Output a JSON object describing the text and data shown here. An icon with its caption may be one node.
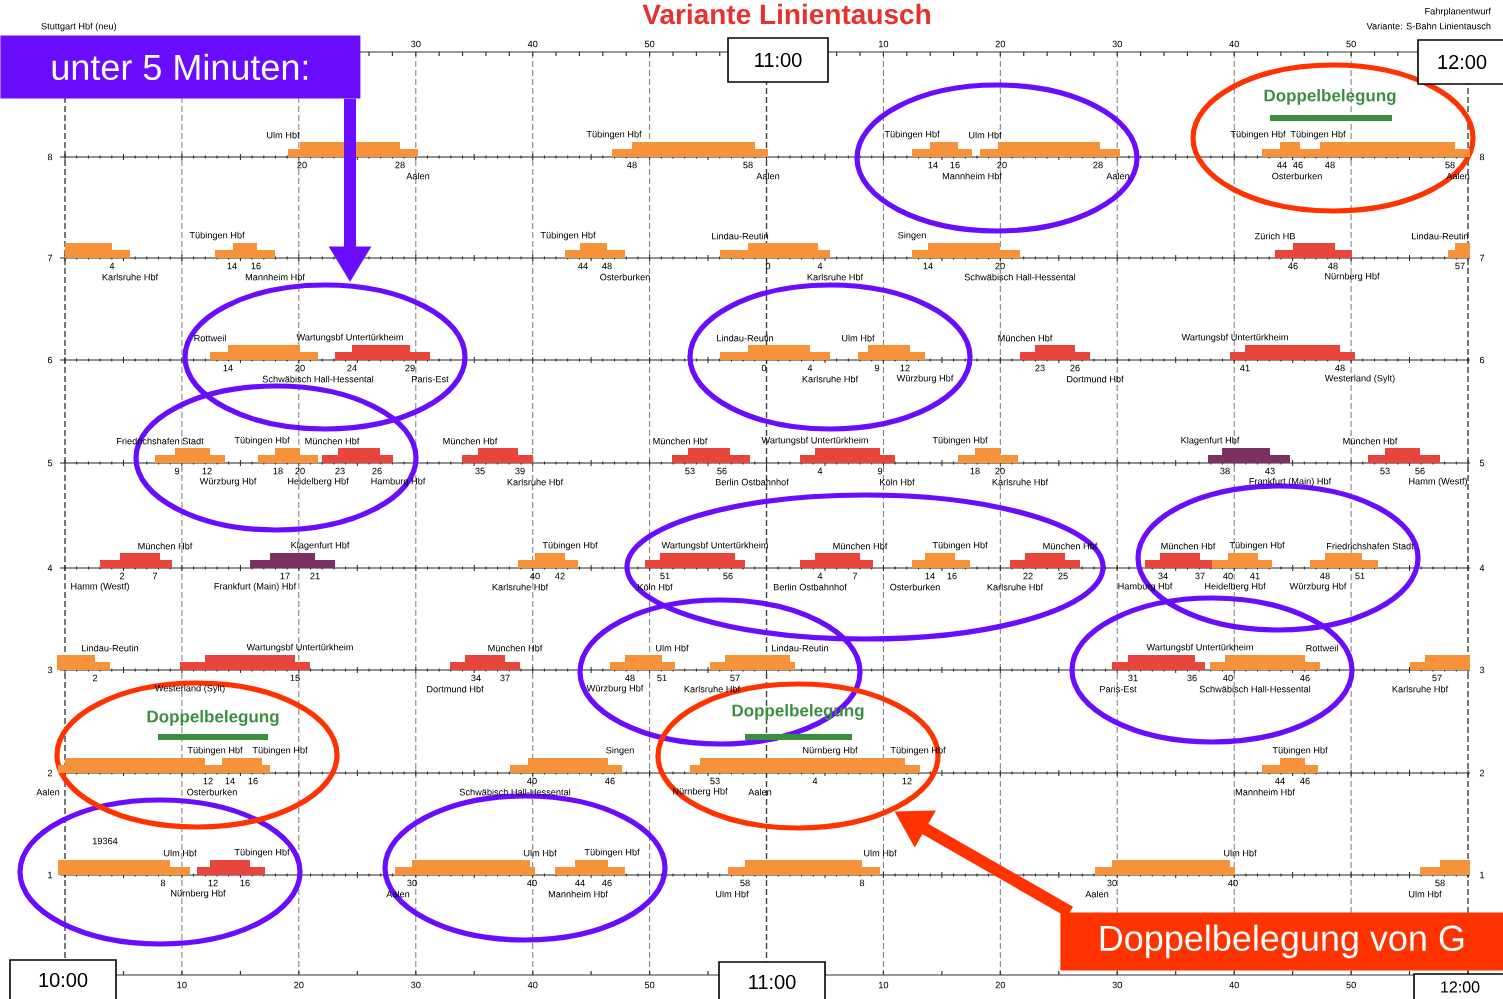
{
  "diagram": {
    "title": "Variante Linientausch",
    "nodes": [
      {
        "text": [
          "unter 5 Minuten:"
        ]
      },
      {
        "text": [
          "11:00"
        ]
      },
      {
        "text": [
          "12:00"
        ]
      },
      {
        "text": [
          "Doppelbelegung"
        ]
      },
      {
        "text": [],
        "shape": "ellipse"
      },
      {
        "text": [],
        "shape": "ellipse"
      },
      {
        "text": [],
        "shape": "ellipse"
      },
      {
        "text": [],
        "shape": "ellipse"
      },
      {
        "text": [],
        "shape": "ellipse"
      },
      {
        "text": [],
        "shape": "ellipse"
      },
      {
        "text": [],
        "shape": "ellipse"
      },
      {
        "text": [],
        "shape": "ellipse"
      },
      {
        "text": [],
        "shape": "ellipse"
      },
      {
        "text": [],
        "shape": "ellipse"
      },
      {
        "text": [
          "Doppelbelegung"
        ]
      },
      {
        "text": [
          "Doppelbelegung"
        ]
      },
      {
        "text": [
          "10:00"
        ]
      },
      {
        "text": [
          "11:00"
        ]
      },
      {
        "text": [
          "12:00"
        ]
      },
      {
        "text": [
          "Doppelbelegung von G"
        ]
      }
    ],
    "edges": [
      {
        "from": 0,
        "to": 5,
        "arrow": "to",
        "color": "#6a0dff"
      },
      {
        "from": 19,
        "to": 15,
        "arrow": "to",
        "color": "#ff3300"
      }
    ],
    "labels": [
      "Stuttgart Hbf (neu)",
      "Fahrplanentwurf",
      "Variante: S-Bahn Linientausch",
      "30",
      "40",
      "50",
      "10",
      "20",
      "30",
      "40",
      "50",
      "8",
      "Ulm Hbf",
      "20",
      "28",
      "Aalen",
      "Tübingen Hbf",
      "48",
      "58",
      "Aalen",
      "Tübingen Hbf",
      "14",
      "16",
      "Mannheim Hbf",
      "Ulm Hbf",
      "20",
      "28",
      "Aalen",
      "Tübingen Hbf",
      "44",
      "46",
      "Osterburken",
      "Tübingen Hbf",
      "48",
      "58",
      "Aalen",
      "8",
      "7",
      "4",
      "Karlsruhe Hbf",
      "Tübingen Hbf",
      "14",
      "16",
      "Mannheim Hbf",
      "Tübingen Hbf",
      "44",
      "48",
      "Osterburken",
      "Lindau-Reutin",
      "0",
      "4",
      "Karlsruhe Hbf",
      "Singen",
      "14",
      "20",
      "Schwäbisch Hall-Hessental",
      "Zürich HB",
      "46",
      "48",
      "Nürnberg Hbf",
      "Lindau-Reutin",
      "57",
      "7",
      "6",
      "Rottweil",
      "14",
      "20",
      "Schwäbisch Hall-Hessental",
      "Wartungsbf Untertürkheim",
      "24",
      "29",
      "Paris-Est",
      "Lindau-Reutin",
      "0",
      "4",
      "Karlsruhe Hbf",
      "Ulm Hbf",
      "9",
      "12",
      "Würzburg Hbf",
      "München Hbf",
      "23",
      "26",
      "Dortmund Hbf",
      "Wartungsbf Untertürkheim",
      "41",
      "48",
      "Westerland (Sylt)",
      "6",
      "5",
      "Friedrichshafen Stadt",
      "9",
      "12",
      "Würzburg Hbf",
      "Tübingen Hbf",
      "18",
      "20",
      "Heidelberg Hbf",
      "München Hbf",
      "23",
      "26",
      "Hamburg Hbf",
      "München Hbf",
      "35",
      "39",
      "Karlsruhe Hbf",
      "München Hbf",
      "53",
      "56",
      "Berlin Ostbahnhof",
      "Wartungsbf Untertürkheim",
      "4",
      "9",
      "Köln Hbf",
      "Tübingen Hbf",
      "18",
      "20",
      "Karlsruhe Hbf",
      "Klagenfurt Hbf",
      "38",
      "43",
      "Frankfurt (Main) Hbf",
      "München Hbf",
      "53",
      "56",
      "Hamm (Westf)",
      "5",
      "4",
      "München Hbf",
      "2",
      "7",
      "Hamm (Westf)",
      "Klagenfurt Hbf",
      "17",
      "21",
      "Frankfurt (Main) Hbf",
      "Tübingen Hbf",
      "40",
      "42",
      "Karlsruhe Hbf",
      "Wartungsbf Untertürkheim",
      "51",
      "56",
      "Köln Hbf",
      "München Hbf",
      "4",
      "7",
      "Berlin Ostbahnhof",
      "Tübingen Hbf",
      "14",
      "16",
      "Osterburken",
      "München Hbf",
      "22",
      "25",
      "Karlsruhe Hbf",
      "München Hbf",
      "34",
      "37",
      "Hamburg Hbf",
      "Tübingen Hbf",
      "40",
      "41",
      "Heidelberg Hbf",
      "Friedrichshafen Stadt",
      "48",
      "51",
      "Würzburg Hbf",
      "4",
      "3",
      "Lindau-Reutin",
      "2",
      "Wartungsbf Untertürkheim",
      "15",
      "Westerland (Sylt)",
      "München Hbf",
      "34",
      "37",
      "Dortmund Hbf",
      "Ulm Hbf",
      "48",
      "51",
      "Würzburg Hbf",
      "Lindau-Reutin",
      "57",
      "Karlsruhe Hbf",
      "Wartungsbf Untertürkheim",
      "31",
      "36",
      "Paris-Est",
      "Rottweil",
      "40",
      "46",
      "Schwäbisch Hall-Hessental",
      "57",
      "Karlsruhe Hbf",
      "3",
      "2",
      "Aalen",
      "Tübingen Hbf",
      "12",
      "14",
      "Osterburken",
      "Tübingen Hbf",
      "16",
      "Singen",
      "40",
      "46",
      "Schwäbisch Hall-Hessental",
      "53",
      "Nürnberg Hbf",
      "Nürnberg Hbf",
      "4",
      "Aalen",
      "Tübingen Hbf",
      "12",
      "Tübingen Hbf",
      "44",
      "46",
      "Mannheim Hbf",
      "2",
      "1",
      "19364",
      "Ulm Hbf",
      "8",
      "Tübingen Hbf",
      "12",
      "16",
      "Nürnberg Hbf",
      "Ulm Hbf",
      "30",
      "40",
      "Aalen",
      "Tübingen Hbf",
      "44",
      "46",
      "Mannheim Hbf",
      "Ulm Hbf",
      "58",
      "8",
      "Ulm Hbf",
      "Ulm Hbf",
      "30",
      "40",
      "Aalen",
      "58",
      "Ulm Hbf",
      "1",
      "10",
      "20",
      "30",
      "40",
      "50",
      "10",
      "20",
      "30",
      "40",
      "50"
    ]
  }
}
